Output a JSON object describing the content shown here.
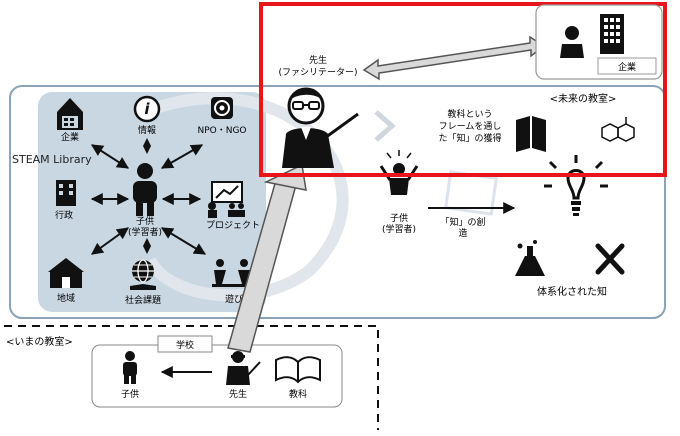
{
  "steam": {
    "title": "STEAM Library",
    "center_label_1": "子供",
    "center_label_2": "(学習者)",
    "nodes": {
      "company": "企業",
      "info": "情報",
      "npo": "NPO・NGO",
      "administration": "行政",
      "project": "プロジェクト",
      "region": "地域",
      "social_issues": "社会課題",
      "play": "遊び"
    }
  },
  "future": {
    "title": "<未来の教室>",
    "teacher_line_1": "先生",
    "teacher_line_2": "(ファシリテーター)",
    "subject_line_1": "教科という",
    "subject_line_2": "フレームを通し",
    "subject_line_3": "た「知」の獲得",
    "child_line_1": "子供",
    "child_line_2": "(学習者)",
    "creation_line_1": "「知」の創",
    "creation_line_2": "造",
    "systematized": "体系化された知",
    "company": "企業"
  },
  "current": {
    "title": "<いまの教室>",
    "school": "学校",
    "child": "子供",
    "teacher": "先生",
    "subject": "教科"
  },
  "colors": {
    "highlight": "#e8151b",
    "panel_border": "#8aa3b8",
    "panel_bg": "#c9d7e3",
    "arrow_fill": "#d9d9d9",
    "arrow_stroke": "#555555"
  }
}
